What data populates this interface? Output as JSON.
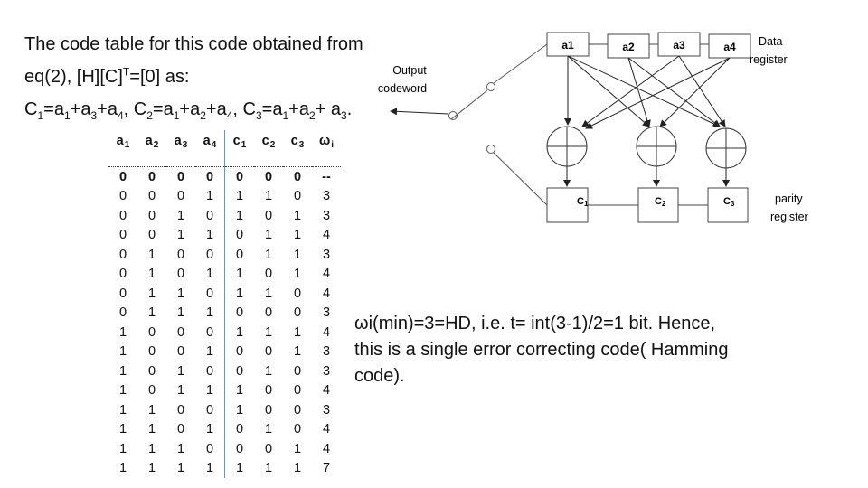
{
  "intro": {
    "line1": "The code table for this code  obtained from",
    "line2_pre": "eq(2), [H][C]",
    "line2_sup": "T",
    "line2_post": "=[0] as:",
    "eq": {
      "c1": "C",
      "c1_sub": "1",
      "c1_eq": "=a",
      "c1_t1": "1",
      "c1_p1": "+a",
      "c1_t2": "3",
      "c1_p2": "+a",
      "c1_t3": "4",
      "c1_end": ", ",
      "c2": "C",
      "c2_sub": "2",
      "c2_eq": "=a",
      "c2_t1": "1",
      "c2_p1": "+a",
      "c2_t2": "2",
      "c2_p2": "+a",
      "c2_t3": "4",
      "c2_end": ", ",
      "c3": "C",
      "c3_sub": "3",
      "c3_eq": "=a",
      "c3_t1": "1",
      "c3_p1": "+a",
      "c3_t2": "2",
      "c3_p2": "+ a",
      "c3_t3": "3",
      "c3_end": "."
    }
  },
  "table": {
    "headers": [
      {
        "main": "a",
        "sub": "1"
      },
      {
        "main": "a",
        "sub": "2"
      },
      {
        "main": "a",
        "sub": "3"
      },
      {
        "main": "a",
        "sub": "4"
      },
      {
        "main": "c",
        "sub": "1"
      },
      {
        "main": "c",
        "sub": "2"
      },
      {
        "main": "c",
        "sub": "3"
      },
      {
        "main": "ω",
        "sub": "i"
      }
    ],
    "rows": [
      [
        "0",
        "0",
        "0",
        "0",
        "0",
        "0",
        "0",
        "--"
      ],
      [
        "0",
        "0",
        "0",
        "1",
        "1",
        "1",
        "0",
        "3"
      ],
      [
        "0",
        "0",
        "1",
        "0",
        "1",
        "0",
        "1",
        "3"
      ],
      [
        "0",
        "0",
        "1",
        "1",
        "0",
        "1",
        "1",
        "4"
      ],
      [
        "0",
        "1",
        "0",
        "0",
        "0",
        "1",
        "1",
        "3"
      ],
      [
        "0",
        "1",
        "0",
        "1",
        "1",
        "0",
        "1",
        "4"
      ],
      [
        "0",
        "1",
        "1",
        "0",
        "1",
        "1",
        "0",
        "4"
      ],
      [
        "0",
        "1",
        "1",
        "1",
        "0",
        "0",
        "0",
        "3"
      ],
      [
        "1",
        "0",
        "0",
        "0",
        "1",
        "1",
        "1",
        "4"
      ],
      [
        "1",
        "0",
        "0",
        "1",
        "0",
        "0",
        "1",
        "3"
      ],
      [
        "1",
        "0",
        "1",
        "0",
        "0",
        "1",
        "0",
        "3"
      ],
      [
        "1",
        "0",
        "1",
        "1",
        "1",
        "0",
        "0",
        "4"
      ],
      [
        "1",
        "1",
        "0",
        "0",
        "1",
        "0",
        "0",
        "3"
      ],
      [
        "1",
        "1",
        "0",
        "1",
        "0",
        "1",
        "0",
        "4"
      ],
      [
        "1",
        "1",
        "1",
        "0",
        "0",
        "0",
        "1",
        "4"
      ],
      [
        "1",
        "1",
        "1",
        "1",
        "1",
        "1",
        "1",
        "7"
      ]
    ]
  },
  "conclusion": {
    "line1": "ωi(min)=3=HD, i.e. t= int(3-1)/2=1 bit. Hence,",
    "line2": "this is a single error correcting code( Hamming",
    "line3": "code)."
  },
  "diagram": {
    "data_cells": [
      "a1",
      "a2",
      "a3",
      "a4"
    ],
    "data_register_label": [
      "Data",
      "register"
    ],
    "parity_cells": [
      "C",
      "C",
      "C"
    ],
    "parity_subs": [
      "1",
      "2",
      "3"
    ],
    "parity_register_label": [
      "parity",
      "register"
    ],
    "output_label": [
      "Output",
      "codeword"
    ]
  }
}
